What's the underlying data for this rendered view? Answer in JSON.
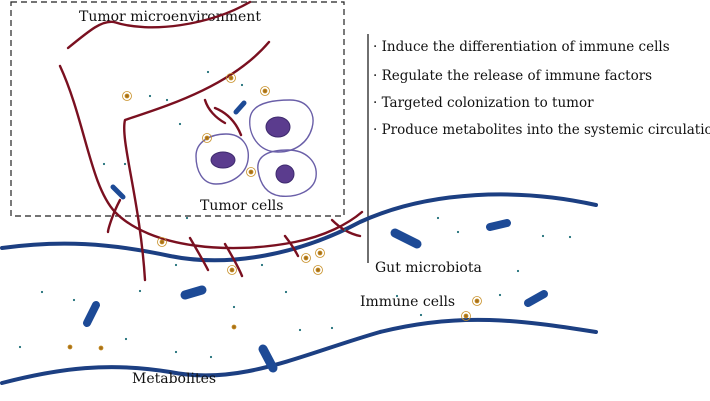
{
  "labels": {
    "box_title": "Tumor microenvironment",
    "tumor_cells": "Tumor cells",
    "gut_microbiota": "Gut microbiota",
    "immune_cells": "Immune cells",
    "metabolites": "Metabolites"
  },
  "bullets": [
    "· Induce the differentiation of immune cells",
    "· Regulate the release of immune factors",
    "· Targeted colonization to tumor",
    "· Produce metabolites into the systemic circulation"
  ],
  "colors": {
    "gut_wall": "#1c3f82",
    "bacteria": "#1d4a96",
    "vessel": "#7a1020",
    "tumor_cell_outline": "#6a5fa8",
    "tumor_nucleus": "#5b3c8e",
    "immune_cell": "#c8912a",
    "metabolite_dot": "#1f6f78"
  },
  "icons": [
    "bacterium-icon",
    "immune-cell-icon",
    "tumor-cell-icon",
    "metabolite-dot-icon"
  ]
}
